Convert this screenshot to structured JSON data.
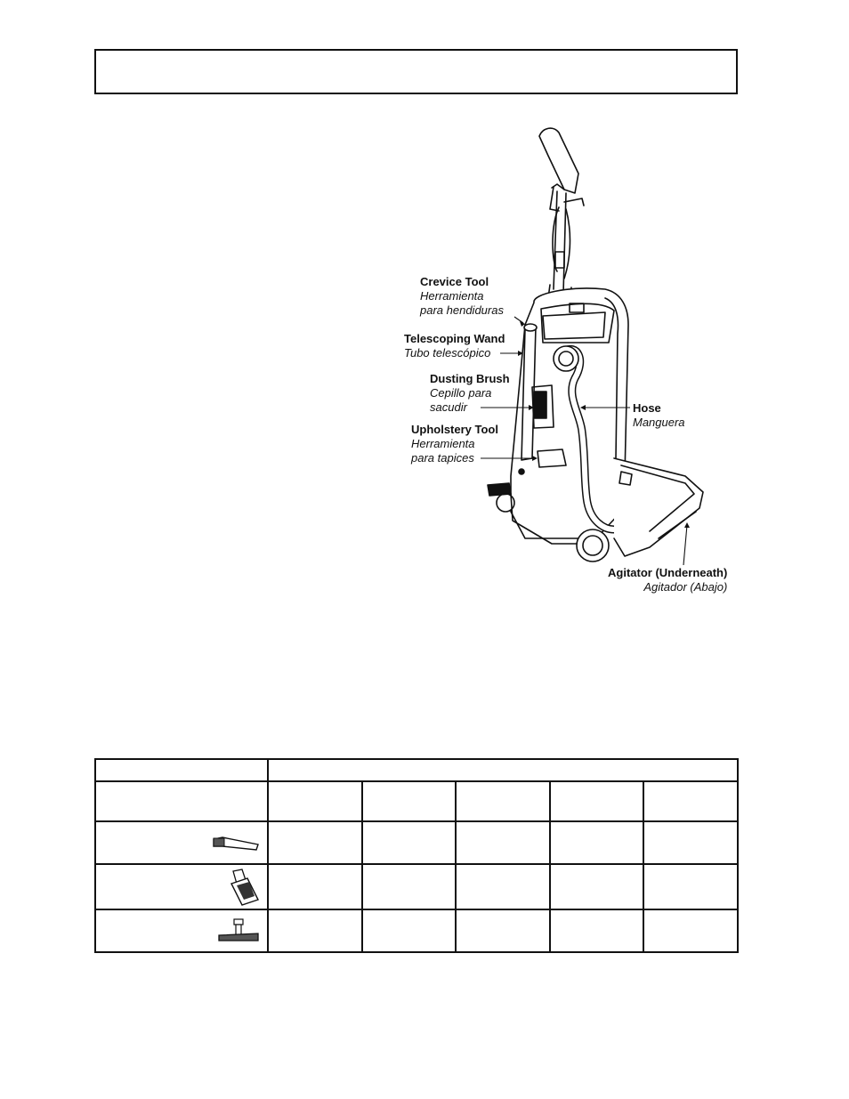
{
  "figure": {
    "labels": {
      "crevice_tool": {
        "en": "Crevice Tool",
        "es_line1": "Herramienta",
        "es_line2": "para hendiduras"
      },
      "telescoping_wand": {
        "en": "Telescoping Wand",
        "es": "Tubo telescópico"
      },
      "dusting_brush": {
        "en": "Dusting Brush",
        "es_line1": "Cepillo para",
        "es_line2": "sacudir"
      },
      "upholstery_tool": {
        "en": "Upholstery Tool",
        "es_line1": "Herramienta",
        "es_line2": "para tapices"
      },
      "hose": {
        "en": "Hose",
        "es": "Manguera"
      },
      "agitator": {
        "en": "Agitator (Underneath)",
        "es": "Agitador (Abajo)"
      }
    }
  },
  "table": {
    "rows": [
      {
        "icon": "crevice-tool-icon"
      },
      {
        "icon": "dusting-brush-icon"
      },
      {
        "icon": "upholstery-tool-icon"
      }
    ]
  }
}
